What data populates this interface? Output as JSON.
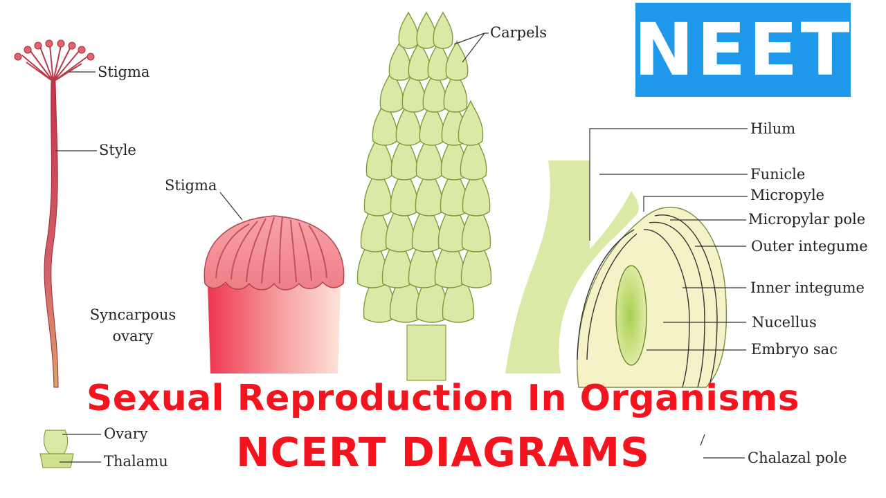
{
  "badge": {
    "text": "NEET",
    "color": "#1e98ea"
  },
  "title": {
    "line1": "Sexual Reproduction In Organisms",
    "line2": "NCERT DIAGRAMS",
    "color": "#f3141d"
  },
  "pistil_labels": {
    "stigma": "Stigma",
    "style": "Style",
    "ovary": "Ovary",
    "thalamus": "Thalamu"
  },
  "syncarpous_labels": {
    "stigma": "Stigma",
    "ovary_line1": "Syncarpous",
    "ovary_line2": "ovary"
  },
  "apocarpous_labels": {
    "carpels": "Carpels"
  },
  "ovule_labels": {
    "hilum": "Hilum",
    "funicle": "Funicle",
    "micropyle": "Micropyle",
    "micropylar_pole": "Micropylar pole",
    "outer_integument": "Outer integume",
    "inner_integument": "Inner integume",
    "nucellus": "Nucellus",
    "embryo_sac": "Embryo sac",
    "chalazal_pole": "Chalazal pole"
  },
  "colors": {
    "stigma_red": "#d9545e",
    "style_red": "#c43a49",
    "leaf_green": "#dbe9a6",
    "leaf_dark": "#c7db85",
    "ovule_cream": "#f6f2c8",
    "embryo_green": "#b8d86a"
  }
}
